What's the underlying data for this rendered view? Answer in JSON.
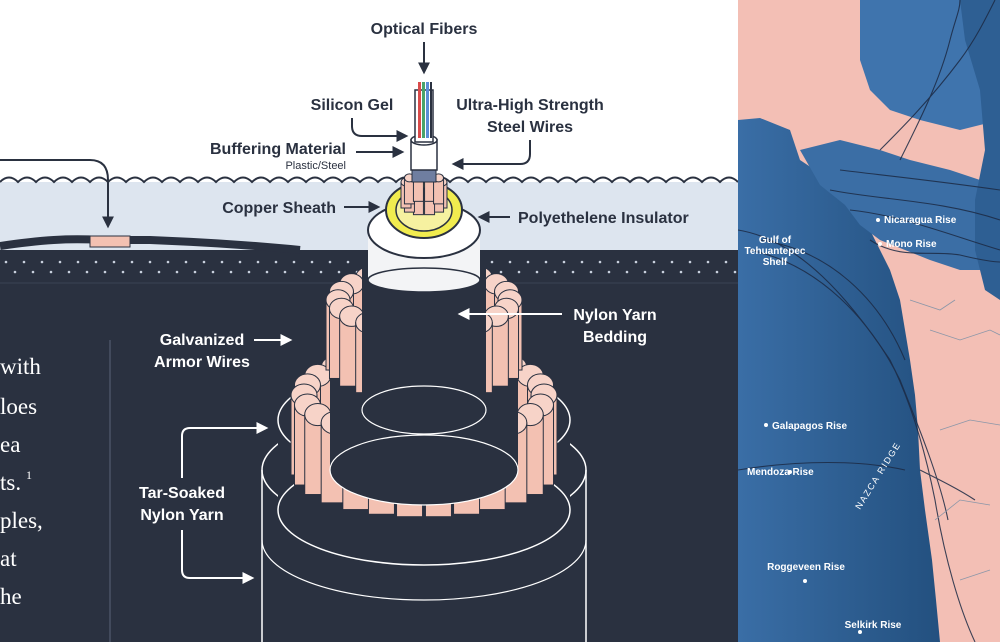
{
  "diagram": {
    "labels": {
      "optical_fibers": "Optical Fibers",
      "silicon_gel": "Silicon Gel",
      "steel_wires_1": "Ultra-High Strength",
      "steel_wires_2": "Steel Wires",
      "buffering": "Buffering Material",
      "buffering_sub": "Plastic/Steel",
      "copper": "Copper Sheath",
      "polyethelene": "Polyethelene Insulator",
      "nylon_bedding_1": "Nylon Yarn",
      "nylon_bedding_2": "Bedding",
      "galvanized_1": "Galvanized",
      "galvanized_2": "Armor Wires",
      "tar_1": "Tar-Soaked",
      "tar_2": "Nylon Yarn"
    },
    "colors": {
      "navy": "#2a3140",
      "copper": "#f3c1b2",
      "insulator": "#f1ec4f",
      "sea": "#dde5ef",
      "land": "#f3bfb5",
      "ocean": "#35669e"
    }
  },
  "body_text": {
    "lines": [
      "with",
      "loes",
      "ea",
      "ts.",
      "ples,",
      "at",
      "he"
    ],
    "footnote": "1"
  },
  "map": {
    "labels": {
      "nicaragua_rise": "Nicaragua Rise",
      "mono_rise": "Mono Rise",
      "gulf_1": "Gulf of",
      "gulf_2": "Tehuantepec",
      "gulf_3": "Shelf",
      "galapagos_rise": "Galapagos Rise",
      "mendoza_rise": "Mendoza Rise",
      "nazca_ridge": "NAZCA RIDGE",
      "roggeveen_rise": "Roggeveen Rise",
      "selkirk_rise": "Selkirk Rise"
    }
  }
}
